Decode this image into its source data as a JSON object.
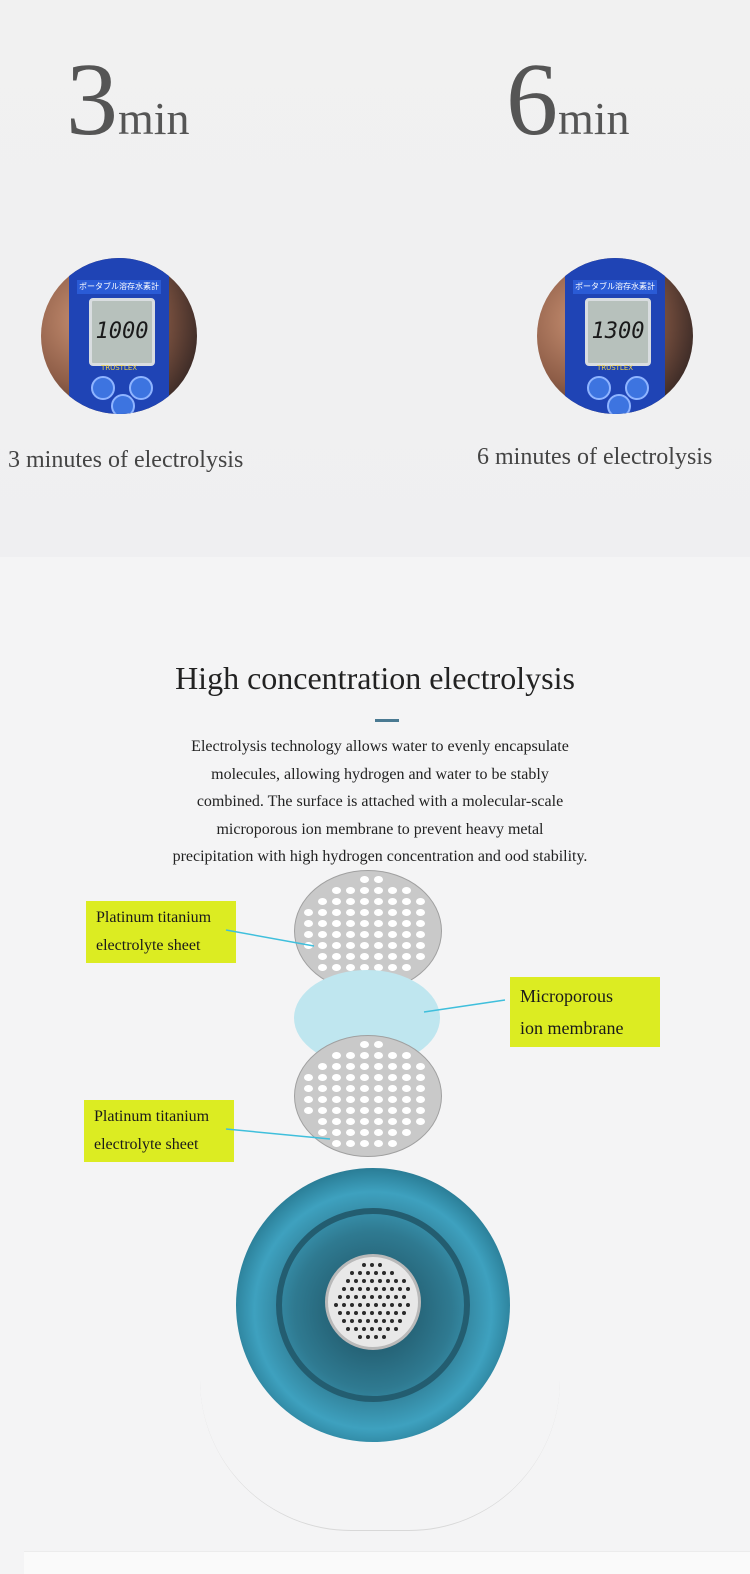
{
  "meters": [
    {
      "big_number": "3",
      "unit": "min",
      "reading": "1000",
      "caption": "3 minutes of electrolysis",
      "device_header": "ポータブル溶存水素計",
      "device_brand": "TRUSTLEX"
    },
    {
      "big_number": "6",
      "unit": "min",
      "reading": "1300",
      "caption": "6 minutes of electrolysis",
      "device_header": "ポータブル溶存水素計",
      "device_brand": "TRUSTLEX"
    }
  ],
  "section": {
    "title": "High concentration electrolysis",
    "description_lines": [
      "Electrolysis technology allows water to evenly encapsulate",
      "molecules, allowing hydrogen and water to be stably",
      "combined. The surface is attached with a molecular-scale",
      "microporous ion membrane to prevent heavy metal",
      "precipitation with high hydrogen concentration and ood stability."
    ]
  },
  "labels": {
    "top_sheet": [
      "Platinum titanium",
      "electrolyte sheet"
    ],
    "membrane": [
      "Microporous",
      "ion membrane"
    ],
    "bottom_sheet": [
      "Platinum titanium",
      "electrolyte sheet"
    ]
  },
  "colors": {
    "label_bg": "#dcec22",
    "leader_line": "#3fbfdc",
    "membrane": "#bfe6ef",
    "accent_rule": "#4a7a92"
  }
}
